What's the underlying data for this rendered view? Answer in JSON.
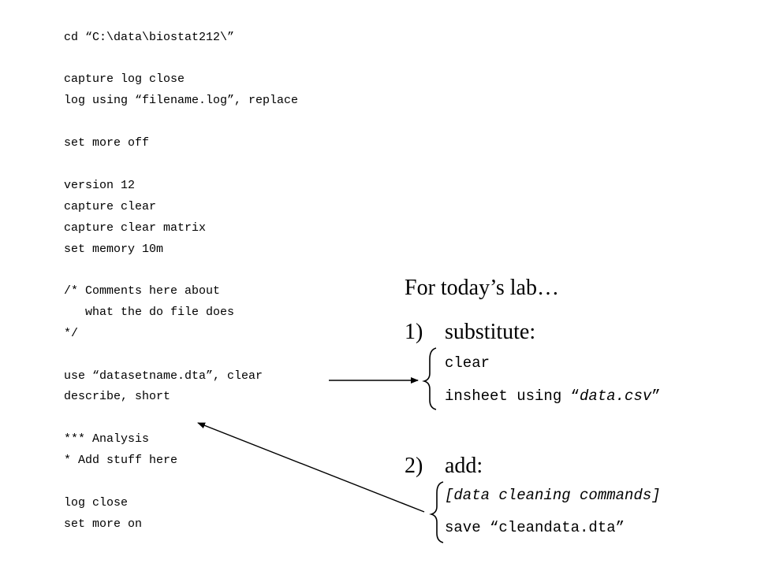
{
  "code": {
    "lines": [
      "cd “C:\\data\\biostat212\\”",
      "capture log close",
      "log using “filename.log”, replace",
      "set more off",
      "version 12",
      "capture clear",
      "capture clear matrix",
      "set memory 10m",
      "/* Comments here about",
      "   what the do file does",
      "*/",
      "use “datasetname.dta”, clear",
      "describe, short",
      "*** Analysis",
      "* Add stuff here",
      "log close",
      "set more on"
    ]
  },
  "notes": {
    "heading": "For today’s lab…",
    "step1": {
      "number": "1)",
      "label": "substitute:"
    },
    "substitute": {
      "line1": "clear",
      "line2_prefix": "insheet using “",
      "line2_file": "data.csv",
      "line2_suffix": "”"
    },
    "step2": {
      "number": "2)",
      "label": "add:"
    },
    "add": {
      "line1": "[data cleaning commands]",
      "line2": "save “cleandata.dta”"
    }
  }
}
